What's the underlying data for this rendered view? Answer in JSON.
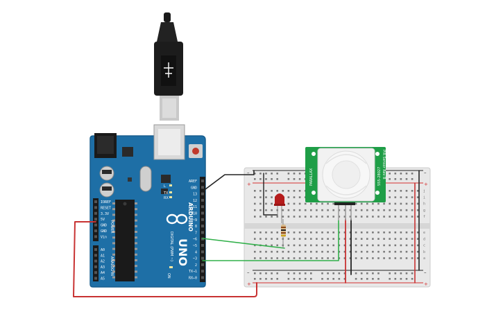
{
  "canvas": {
    "background": "#ffffff"
  },
  "colors": {
    "arduino_board": "#1e6fa6",
    "arduino_edge": "#185e8e",
    "breadboard": "#e8e8e8",
    "rail_red": "#d32f2f",
    "rail_dark": "#222222",
    "wire_green": "#31b04a",
    "wire_black": "#222222",
    "wire_red": "#c83232",
    "pir_board": "#1f9e47",
    "led": "#b51c1c"
  },
  "usb": {
    "label": "USB cable",
    "connector": "USB-B plug"
  },
  "arduino": {
    "model_text": "UNO",
    "brand_text": "ARDUINO",
    "digital_label": "DIGITAL (PWM ~)",
    "analog_label": "ANALOG IN",
    "power_label": "POWER",
    "on_label": "ON",
    "tx_label": "TX",
    "rx_label": "RX",
    "l_label": "L",
    "digital_pins": [
      "AREF",
      "GND",
      "13",
      "12",
      "~11",
      "~10",
      "~9",
      "8",
      "7",
      "~6",
      "~5",
      "4",
      "~3",
      "2",
      "TX→1",
      "RX←0"
    ],
    "power_pins": [
      "IOREF",
      "RESET",
      "3.3V",
      "5V",
      "GND",
      "GND",
      "Vin"
    ],
    "analog_pins": [
      "A0",
      "A1",
      "A2",
      "A3",
      "A4",
      "A5"
    ]
  },
  "breadboard": {
    "top_rail_minus": "–",
    "top_rail_plus": "+",
    "bottom_rail_minus": "–",
    "bottom_rail_plus": "+",
    "row_letters_top": [
      "j",
      "i",
      "h",
      "g",
      "f"
    ],
    "row_letters_bottom": [
      "e",
      "d",
      "c",
      "b",
      "a"
    ]
  },
  "pir": {
    "brand": "PARALLAX",
    "part": "555-28027",
    "side_text": "PIR Sensor Rev B"
  },
  "led": {
    "name": "LED"
  },
  "resistor": {
    "name": "Resistor"
  }
}
